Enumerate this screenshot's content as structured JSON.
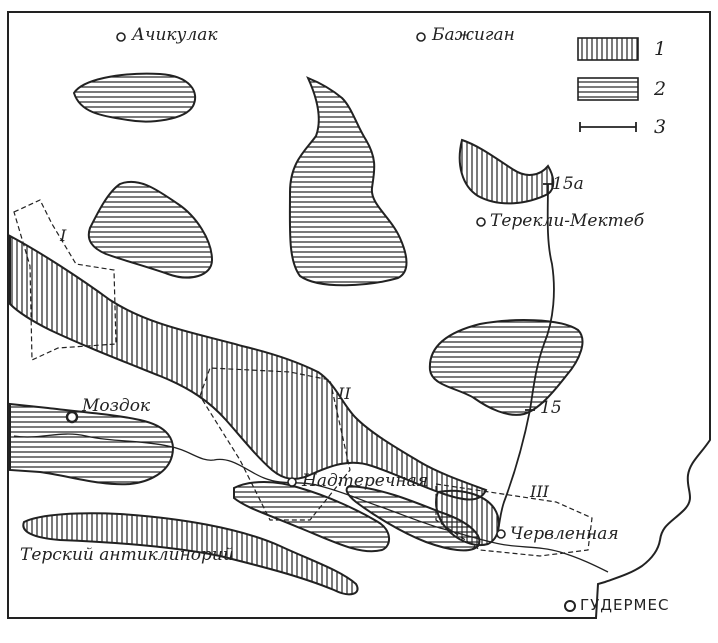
{
  "map": {
    "towns": {
      "achikulak": "Ачикулак",
      "bazhigan": "Бажиган",
      "terekli": "Терекли-Мектеб",
      "mozdok": "Моздок",
      "nadterechnaya": "Надтеречная",
      "chervlennaya": "Червленная",
      "gudermes": "ГУДЕРМЕС"
    },
    "region_label": "Терский антиклинорий",
    "zones": {
      "one": "I",
      "two": "II",
      "three": "III"
    },
    "profiles": {
      "p15a": "15a",
      "p15": "15"
    },
    "legend": [
      {
        "key": "1",
        "pattern": "vertical hatching"
      },
      {
        "key": "2",
        "pattern": "horizontal hatching"
      },
      {
        "key": "3",
        "pattern": "profile line"
      }
    ],
    "colors": {
      "ink": "#222222",
      "paper": "#ffffff"
    }
  }
}
